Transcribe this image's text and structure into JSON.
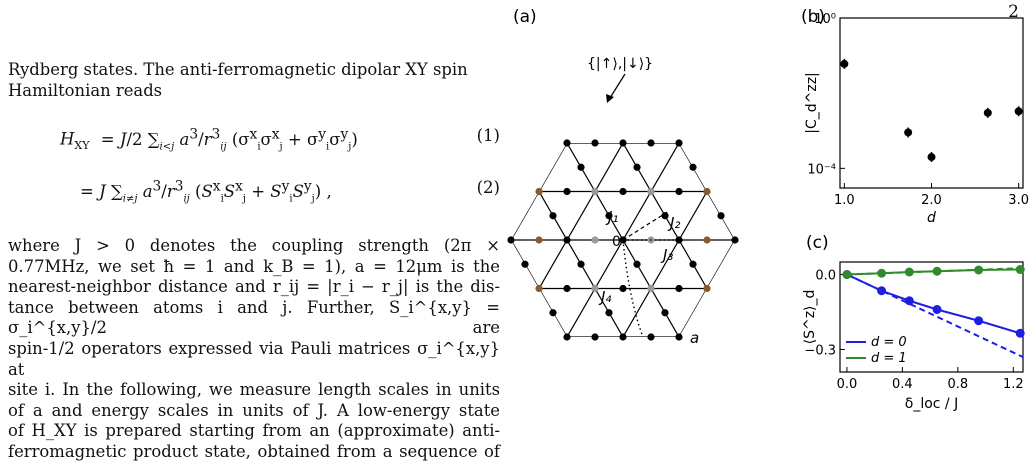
{
  "page_number": "2",
  "body": {
    "para1_line1": "Rydberg states. The anti-ferromagnetic dipolar XY spin",
    "para1_line2": "Hamiltonian reads",
    "eq1_lhs": "H",
    "eq1_sub": "XY",
    "eq1_number": "(1)",
    "eq2_number": "(2)",
    "para2_lines": [
      "where  J  >  0  denotes the coupling strength (2π ×",
      "0.77MHz, we set ħ = 1 and k_B = 1), a = 12μm is the",
      "nearest-neighbor distance and r_ij = |r_i − r_j| is the dis-",
      "tance between atoms i and j. Further, S_i^{x,y} = σ_i^{x,y}/2 are",
      "spin-1/2 operators expressed via Pauli matrices σ_i^{x,y} at",
      "site i. In the following, we measure length scales in units",
      "of a and energy scales in units of J. A low-energy state",
      "of H_XY is prepared starting from an (approximate) anti-",
      "ferromagnetic product state, obtained from a sequence of"
    ]
  },
  "figure": {
    "panel_a": {
      "label": "(a)",
      "annotation": "{|↑⟩,|↓⟩}",
      "site_label": "0",
      "bond_labels": [
        "J₁",
        "J₂",
        "J₃",
        "J₄"
      ],
      "edge_label": "a",
      "colors": {
        "site": "#000000",
        "ring_brown": "#8B5A2B",
        "ring_gray": "#9a9a9a"
      }
    },
    "panel_b": {
      "label": "(b)",
      "ylabel": "|C_d^zz|",
      "xlabel": "d",
      "ytick_labels": [
        "10⁰",
        "10⁻⁴"
      ],
      "xtick_labels": [
        "1.0",
        "2.0",
        "3.0"
      ]
    },
    "panel_c": {
      "label": "(c)",
      "ylabel": "⟨S^z⟩_d",
      "xlabel": "δ_loc / J",
      "ytick_labels": [
        "0.0",
        "−0.3"
      ],
      "xtick_labels": [
        "0.0",
        "0.4",
        "0.8",
        "1.2"
      ],
      "legend": [
        "d = 0",
        "d = 1"
      ],
      "colors": {
        "d0": "#1f1fe0",
        "d1": "#2e8b2e"
      }
    }
  },
  "chart_data": [
    {
      "type": "scatter",
      "panel": "(b)",
      "xlabel": "d",
      "ylabel": "|C_d^zz|",
      "yscale": "log",
      "xlim": [
        0.95,
        3.05
      ],
      "ylim": [
        3e-05,
        1
      ],
      "x": [
        1.0,
        1.732,
        2.0,
        2.646,
        3.0
      ],
      "y": [
        0.06,
        0.0009,
        0.0002,
        0.003,
        0.0033
      ]
    },
    {
      "type": "line",
      "panel": "(c)",
      "xlabel": "δ_loc / J",
      "ylabel": "⟨S^z⟩_d",
      "xlim": [
        -0.05,
        1.27
      ],
      "ylim": [
        -0.39,
        0.05
      ],
      "series": [
        {
          "name": "d = 0",
          "x": [
            0.0,
            0.25,
            0.45,
            0.65,
            0.95,
            1.25
          ],
          "y": [
            0.0,
            -0.065,
            -0.105,
            -0.14,
            -0.185,
            -0.235
          ]
        },
        {
          "name": "d = 1",
          "x": [
            0.0,
            0.25,
            0.45,
            0.65,
            0.95,
            1.25
          ],
          "y": [
            0.0,
            0.005,
            0.01,
            0.013,
            0.018,
            0.02
          ]
        }
      ]
    }
  ]
}
